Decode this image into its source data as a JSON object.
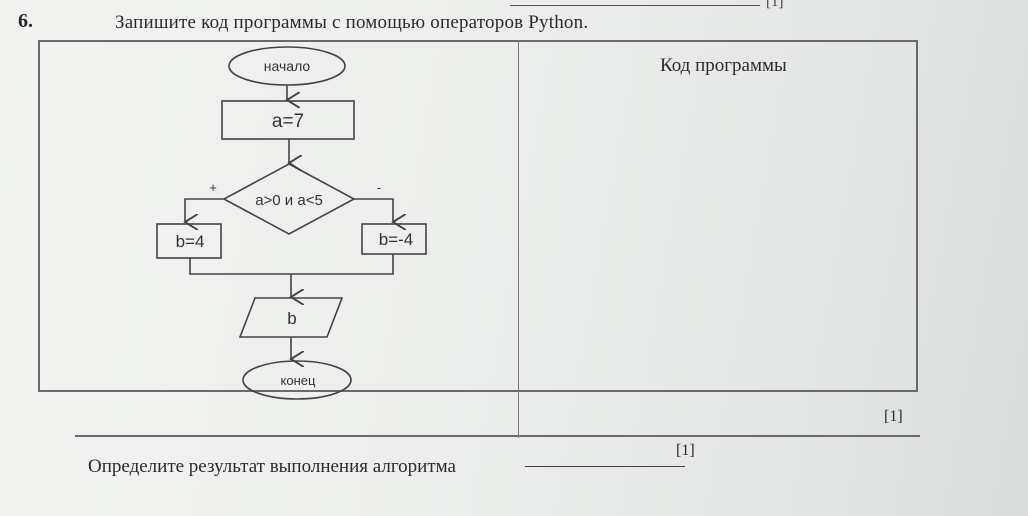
{
  "header": {
    "top_mark": "[1]",
    "question_number": "6.",
    "question_text": "Запишите код программы с помощью операторов Python."
  },
  "flowchart": {
    "start": "начало",
    "assign": "a=7",
    "condition": "a>0 и a<5",
    "yes_sign": "+",
    "no_sign": "-",
    "yes_branch": "b=4",
    "no_branch": "b=-4",
    "output": "b",
    "end": "конец"
  },
  "code_column": {
    "title": "Код программы"
  },
  "marks": {
    "table_mark": "[1]",
    "result_mark": "[1]"
  },
  "footer": {
    "result_prompt": "Определите результат выполнения алгоритма"
  }
}
